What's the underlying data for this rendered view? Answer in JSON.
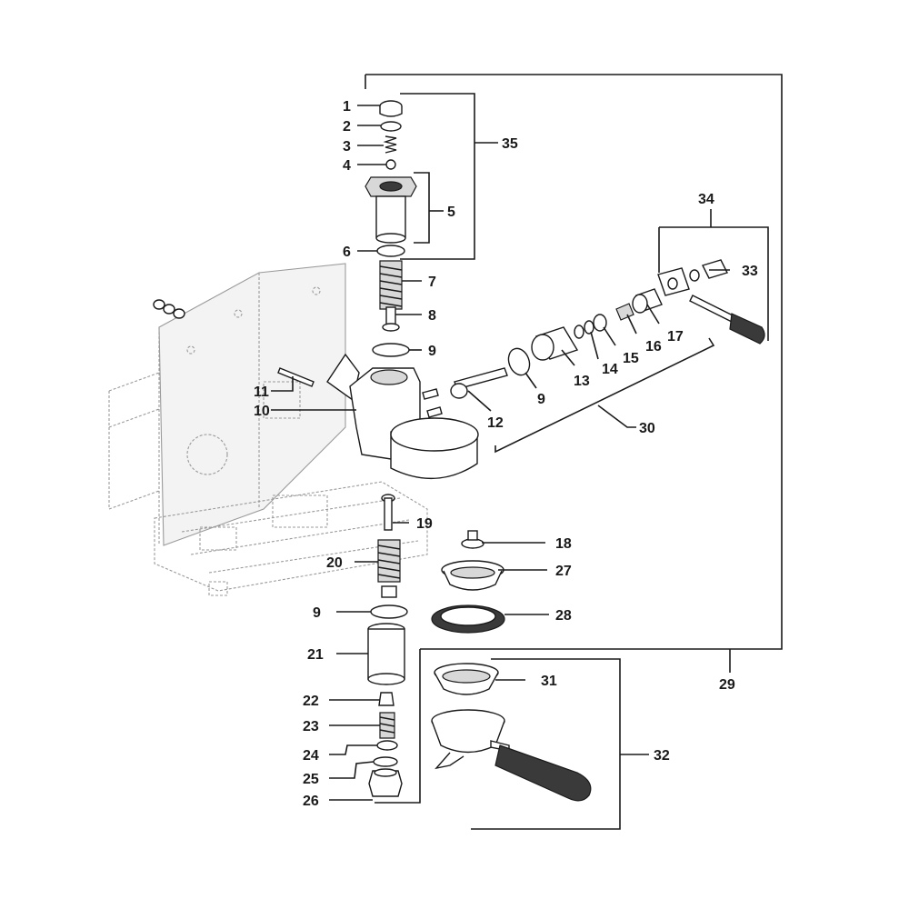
{
  "diagram": {
    "callouts": [
      "1",
      "2",
      "3",
      "4",
      "5",
      "6",
      "7",
      "8",
      "9",
      "10",
      "11",
      "12",
      "13",
      "14",
      "15",
      "16",
      "17",
      "18",
      "19",
      "20",
      "21",
      "22",
      "23",
      "24",
      "25",
      "26",
      "27",
      "28",
      "29",
      "30",
      "31",
      "32",
      "33",
      "34",
      "35"
    ]
  },
  "labels": [
    {
      "id": "1",
      "text": "1"
    },
    {
      "id": "2",
      "text": "2"
    },
    {
      "id": "3",
      "text": "3"
    },
    {
      "id": "4",
      "text": "4"
    },
    {
      "id": "35",
      "text": "35"
    },
    {
      "id": "5",
      "text": "5"
    },
    {
      "id": "6",
      "text": "6"
    },
    {
      "id": "7",
      "text": "7"
    },
    {
      "id": "8",
      "text": "8"
    },
    {
      "id": "9a",
      "text": "9"
    },
    {
      "id": "11",
      "text": "11"
    },
    {
      "id": "10",
      "text": "10"
    },
    {
      "id": "34",
      "text": "34"
    },
    {
      "id": "33",
      "text": "33"
    },
    {
      "id": "17",
      "text": "17"
    },
    {
      "id": "16",
      "text": "16"
    },
    {
      "id": "15",
      "text": "15"
    },
    {
      "id": "14",
      "text": "14"
    },
    {
      "id": "13",
      "text": "13"
    },
    {
      "id": "9b",
      "text": "9"
    },
    {
      "id": "12",
      "text": "12"
    },
    {
      "id": "30",
      "text": "30"
    },
    {
      "id": "19",
      "text": "19"
    },
    {
      "id": "18",
      "text": "18"
    },
    {
      "id": "20",
      "text": "20"
    },
    {
      "id": "27",
      "text": "27"
    },
    {
      "id": "9c",
      "text": "9"
    },
    {
      "id": "28",
      "text": "28"
    },
    {
      "id": "21",
      "text": "21"
    },
    {
      "id": "29",
      "text": "29"
    },
    {
      "id": "31",
      "text": "31"
    },
    {
      "id": "22",
      "text": "22"
    },
    {
      "id": "23",
      "text": "23"
    },
    {
      "id": "24",
      "text": "24"
    },
    {
      "id": "32",
      "text": "32"
    },
    {
      "id": "25",
      "text": "25"
    },
    {
      "id": "26",
      "text": "26"
    }
  ]
}
